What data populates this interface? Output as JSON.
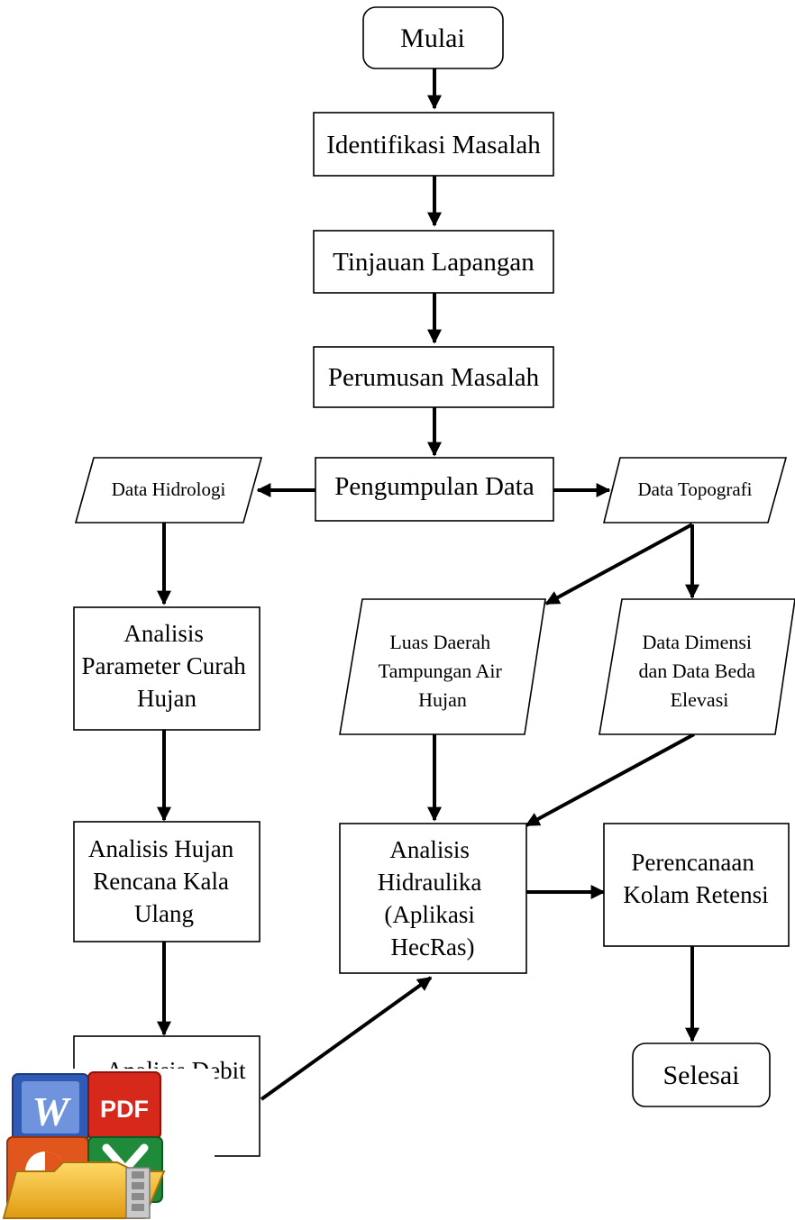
{
  "flowchart": {
    "start": "Mulai",
    "identifikasi": "Identifikasi Masalah",
    "tinjauan": "Tinjauan Lapangan",
    "perumusan": "Perumusan Masalah",
    "pengumpulan": "Pengumpulan Data",
    "data_hidrologi": "Data Hidrologi",
    "data_topografi": "Data Topografi",
    "analisis_curah": [
      "Analisis",
      "Parameter Curah",
      "Hujan"
    ],
    "luas_daerah": [
      "Luas Daerah",
      "Tampungan Air",
      "Hujan"
    ],
    "data_dimensi": [
      "Data Dimensi",
      "dan Data Beda",
      "Elevasi"
    ],
    "analisis_rencana": [
      "Analisis Hujan",
      "Rencana Kala",
      "Ulang"
    ],
    "analisis_hidraulika": [
      "Analisis",
      "Hidraulika",
      "(Aplikasi",
      "HecRas)"
    ],
    "perencanaan": [
      "Perencanaan",
      "Kolam Retensi"
    ],
    "analisis_debit": [
      "Analisis Debit"
    ],
    "end": "Selesai"
  },
  "overlay": {
    "badges": [
      "W",
      "PDF"
    ]
  }
}
